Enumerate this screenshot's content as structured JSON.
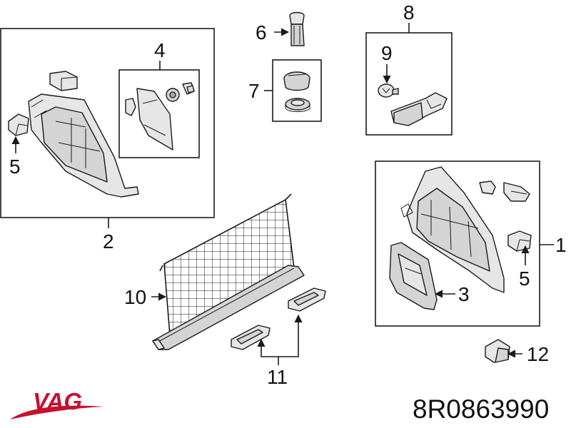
{
  "diagram": {
    "callouts": {
      "c1": "1",
      "c2": "2",
      "c3": "3",
      "c4": "4",
      "c5a": "5",
      "c5b": "5",
      "c6": "6",
      "c7": "7",
      "c8": "8",
      "c9": "9",
      "c10": "10",
      "c11": "11",
      "c12": "12"
    },
    "part_number": "8R0863990",
    "brand": "VAG",
    "brand_color": "#c8102e"
  }
}
